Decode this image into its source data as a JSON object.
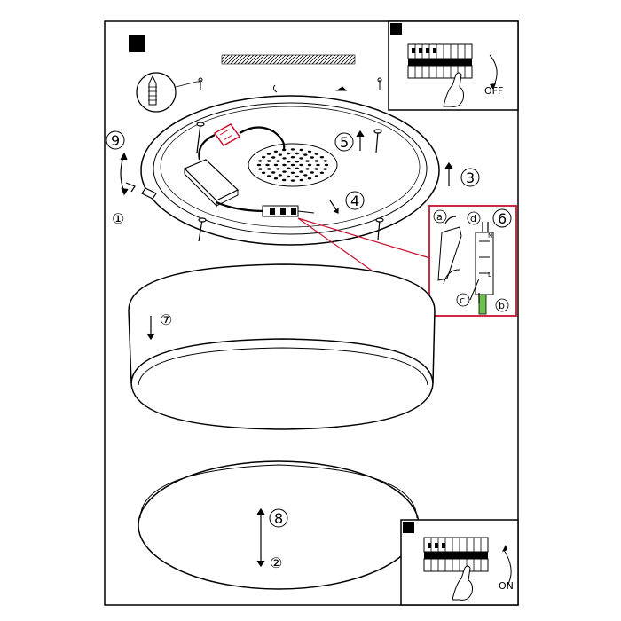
{
  "steps": {
    "s1": "①",
    "s2": "②",
    "s3": "3",
    "s4": "4",
    "s5": "5",
    "s6": "6",
    "s7": "⑦",
    "s8": "8",
    "s9": "9"
  },
  "detail_labels": {
    "a": "a",
    "b": "b",
    "c": "c",
    "d": "d"
  },
  "switch_off_text": "OFF",
  "switch_on_text": "ON",
  "terminal_marks": {
    "n": "N",
    "l": "L"
  },
  "colors": {
    "highlight": "#c8102e",
    "earth_wire": "#6cc24a",
    "ink": "#000000"
  }
}
